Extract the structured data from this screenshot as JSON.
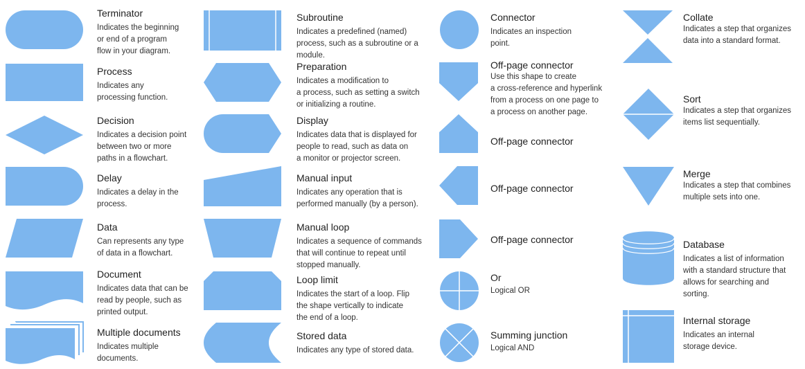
{
  "palette": {
    "shape_fill": "#7db6ee",
    "text": "#333333",
    "title_text": "#1f1f1f"
  },
  "items": {
    "terminator": {
      "title": "Terminator",
      "desc": "Indicates the beginning\nor end of a program\nflow in your diagram.",
      "icon": "terminator-shape"
    },
    "process": {
      "title": "Process",
      "desc": "Indicates any\nprocessing function.",
      "icon": "process-shape"
    },
    "decision": {
      "title": "Decision",
      "desc": "Indicates a decision point\nbetween two or more\npaths in a flowchart.",
      "icon": "decision-shape"
    },
    "delay": {
      "title": "Delay",
      "desc": "Indicates a delay in the\nprocess.",
      "icon": "delay-shape"
    },
    "data": {
      "title": "Data",
      "desc": "Can represents any type\nof data in a flowchart.",
      "icon": "data-shape"
    },
    "document": {
      "title": "Document",
      "desc": "Indicates data that can be\nread by people, such as\nprinted output.",
      "icon": "document-shape"
    },
    "multiple_documents": {
      "title": "Multiple documents",
      "desc": "Indicates multiple\ndocuments.",
      "icon": "multiple-documents-shape"
    },
    "subroutine": {
      "title": "Subroutine",
      "desc": "Indicates a predefined (named)\nprocess, such as a subroutine or a\nmodule.",
      "icon": "subroutine-shape"
    },
    "preparation": {
      "title": "Preparation",
      "desc": "Indicates a modification to\na process, such as setting a switch\nor initializing a routine.",
      "icon": "preparation-shape"
    },
    "display": {
      "title": "Display",
      "desc": "Indicates data that is displayed for\npeople to read, such as data on\na monitor or projector screen.",
      "icon": "display-shape"
    },
    "manual_input": {
      "title": "Manual input",
      "desc": "Indicates any operation that is\nperformed manually (by a person).",
      "icon": "manual-input-shape"
    },
    "manual_loop": {
      "title": "Manual loop",
      "desc": "Indicates a sequence of commands\nthat will continue to repeat until\nstopped manually.",
      "icon": "manual-loop-shape"
    },
    "loop_limit": {
      "title": "Loop limit",
      "desc": "Indicates the start of a loop. Flip\nthe shape vertically to indicate\nthe end of a loop.",
      "icon": "loop-limit-shape"
    },
    "stored_data": {
      "title": "Stored data",
      "desc": "Indicates any type of stored data.",
      "icon": "stored-data-shape"
    },
    "connector": {
      "title": "Connector",
      "desc": "Indicates an inspection\npoint.",
      "icon": "connector-shape"
    },
    "offpage_down": {
      "title": "Off-page connector",
      "desc": "Use this shape to create\na cross-reference and hyperlink\nfrom a process on one page to\na process on another page.",
      "icon": "off-page-connector-down-shape"
    },
    "offpage_up": {
      "title": "Off-page connector",
      "icon": "off-page-connector-up-shape"
    },
    "offpage_left": {
      "title": "Off-page connector",
      "icon": "off-page-connector-left-shape"
    },
    "offpage_right": {
      "title": "Off-page connector",
      "icon": "off-page-connector-right-shape"
    },
    "or": {
      "title": "Or",
      "desc": "Logical OR",
      "icon": "or-shape"
    },
    "summing_junction": {
      "title": "Summing junction",
      "desc": "Logical AND",
      "icon": "summing-junction-shape"
    },
    "collate": {
      "title": "Collate",
      "desc": "Indicates a step that organizes\ndata into a standard format.",
      "icon": "collate-shape"
    },
    "sort": {
      "title": "Sort",
      "desc": "Indicates a step that organizes\nitems list sequentially.",
      "icon": "sort-shape"
    },
    "merge": {
      "title": "Merge",
      "desc": "Indicates a step that combines\nmultiple sets into one.",
      "icon": "merge-shape"
    },
    "database": {
      "title": "Database",
      "desc": "Indicates a list of information\nwith a standard structure that\nallows for searching and\nsorting.",
      "icon": "database-shape"
    },
    "internal_storage": {
      "title": "Internal storage",
      "desc": "Indicates an internal\nstorage device.",
      "icon": "internal-storage-shape"
    }
  }
}
